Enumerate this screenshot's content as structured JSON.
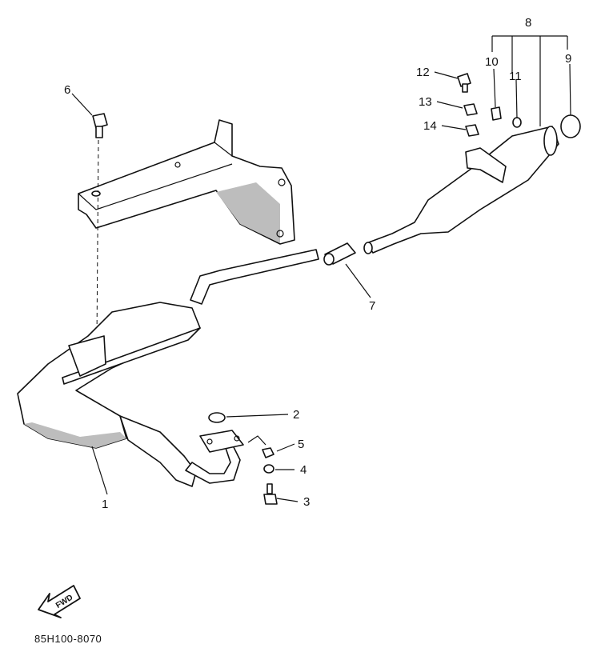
{
  "callouts": [
    {
      "id": "1",
      "label": "1"
    },
    {
      "id": "2",
      "label": "2"
    },
    {
      "id": "3",
      "label": "3"
    },
    {
      "id": "4",
      "label": "4"
    },
    {
      "id": "5",
      "label": "5"
    },
    {
      "id": "6",
      "label": "6"
    },
    {
      "id": "7",
      "label": "7"
    },
    {
      "id": "8",
      "label": "8"
    },
    {
      "id": "9",
      "label": "9"
    },
    {
      "id": "10",
      "label": "10"
    },
    {
      "id": "11",
      "label": "11"
    },
    {
      "id": "12",
      "label": "12"
    },
    {
      "id": "13",
      "label": "13"
    },
    {
      "id": "14",
      "label": "14"
    }
  ],
  "fwd_label": "FWD",
  "diagram_code": "85H100-8070"
}
